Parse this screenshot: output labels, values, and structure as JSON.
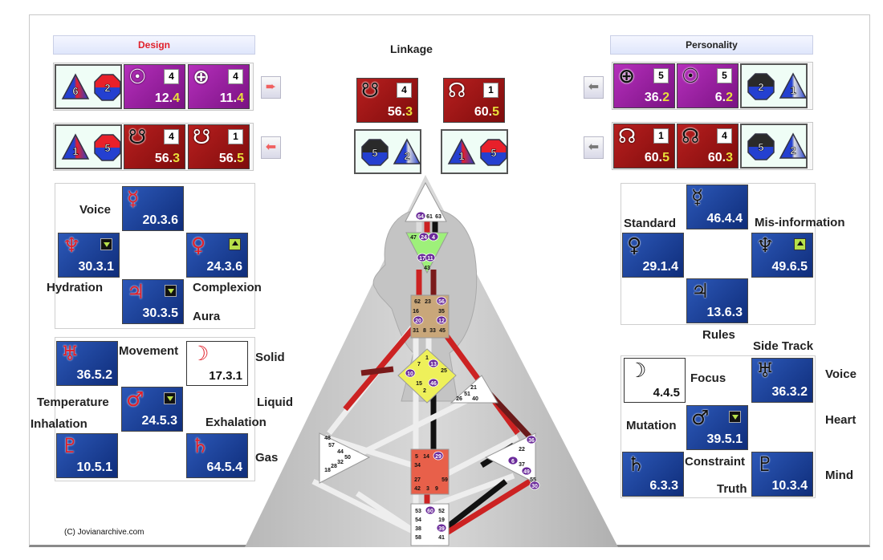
{
  "colors": {
    "design_red": "#e0202a",
    "magenta": "#9b1fa0",
    "dark_red": "#a11a1a",
    "blue": "#1f4aa8",
    "line_yellow": "#e8e03a",
    "active_gate": "#6a2a9a"
  },
  "design": {
    "title": "Design",
    "rows": [
      {
        "mini": [
          {
            "shape": "triangle",
            "num": "6"
          },
          {
            "shape": "octagon",
            "num": "2"
          }
        ],
        "cards": [
          {
            "planet": "sun",
            "glyph": "☉",
            "gate": "12",
            "line": "4",
            "linebox": "4",
            "color": "mag"
          },
          {
            "planet": "earth",
            "glyph": "⊕",
            "gate": "11",
            "line": "4",
            "linebox": "4",
            "color": "mag"
          }
        ],
        "nav": "arrow-right-icon"
      },
      {
        "mini": [
          {
            "shape": "triangle",
            "num": "1"
          },
          {
            "shape": "octagon",
            "num": "5"
          }
        ],
        "cards": [
          {
            "planet": "south-node",
            "glyph": "☋",
            "gate": "56",
            "line": "3",
            "linebox": "4",
            "color": "red",
            "dark": true
          },
          {
            "planet": "south-node",
            "glyph": "☋",
            "gate": "56",
            "line": "5",
            "linebox": "1",
            "color": "red"
          }
        ],
        "nav": "arrow-left-icon"
      }
    ],
    "grid1": {
      "cards": [
        {
          "planet": "mercury",
          "glyph": "☿",
          "value": "20.3.6"
        },
        {
          "planet": "neptune",
          "glyph": "♆",
          "value": "30.3.1",
          "arrow": "down"
        },
        {
          "planet": "venus",
          "glyph": "♀",
          "value": "24.3.6",
          "arrow": "up"
        },
        {
          "planet": "jupiter",
          "glyph": "♃",
          "value": "30.3.5",
          "arrow": "down"
        }
      ],
      "labels": [
        "Voice",
        "Hydration",
        "Complexion",
        "Aura"
      ]
    },
    "grid2": {
      "cards": [
        {
          "planet": "uranus",
          "glyph": "♅",
          "value": "36.5.2"
        },
        {
          "planet": "moon",
          "glyph": "☽",
          "value": "17.3.1",
          "white": true
        },
        {
          "planet": "mars",
          "glyph": "♂",
          "value": "24.5.3",
          "arrow": "down"
        },
        {
          "planet": "pluto",
          "glyph": "♇",
          "value": "10.5.1"
        },
        {
          "planet": "saturn",
          "glyph": "♄",
          "value": "64.5.4"
        }
      ],
      "labels": [
        "Movement",
        "Solid",
        "Temperature",
        "Liquid",
        "Inhalation",
        "Exhalation",
        "Gas"
      ]
    }
  },
  "linkage": {
    "title": "Linkage",
    "cards": [
      {
        "planet": "south-node",
        "glyph": "☋",
        "gate": "56",
        "line": "3",
        "linebox": "4",
        "dark": true
      },
      {
        "planet": "north-node",
        "glyph": "☊",
        "gate": "60",
        "line": "5",
        "linebox": "1"
      }
    ],
    "minis": [
      [
        {
          "shape": "octagon",
          "num": "5",
          "dark": true
        },
        {
          "shape": "triangle",
          "num": "2",
          "dark": true
        }
      ],
      [
        {
          "shape": "triangle",
          "num": "1"
        },
        {
          "shape": "octagon",
          "num": "5"
        }
      ]
    ]
  },
  "personality": {
    "title": "Personality",
    "rows": [
      {
        "cards": [
          {
            "planet": "earth",
            "glyph": "⊕",
            "gate": "36",
            "line": "2",
            "linebox": "5",
            "color": "mag",
            "dark": true
          },
          {
            "planet": "sun",
            "glyph": "☉",
            "gate": "6",
            "line": "2",
            "linebox": "5",
            "color": "mag",
            "dark": true
          }
        ],
        "mini": [
          {
            "shape": "octagon",
            "num": "2",
            "dark": true
          },
          {
            "shape": "triangle",
            "num": "1",
            "dark": true
          }
        ],
        "nav": "arrow-left-icon"
      },
      {
        "cards": [
          {
            "planet": "north-node",
            "glyph": "☊",
            "gate": "60",
            "line": "5",
            "linebox": "1",
            "color": "red"
          },
          {
            "planet": "north-node",
            "glyph": "☊",
            "gate": "60",
            "line": "3",
            "linebox": "4",
            "color": "red",
            "dark": true
          }
        ],
        "mini": [
          {
            "shape": "octagon",
            "num": "5",
            "dark": true
          },
          {
            "shape": "triangle",
            "num": "2",
            "dark": true
          }
        ],
        "nav": "arrow-left-icon"
      }
    ],
    "grid1": {
      "cards": [
        {
          "planet": "mercury",
          "glyph": "☿",
          "value": "46.4.4"
        },
        {
          "planet": "venus",
          "glyph": "♀",
          "value": "29.1.4"
        },
        {
          "planet": "neptune",
          "glyph": "♆",
          "value": "49.6.5",
          "arrow": "up"
        },
        {
          "planet": "jupiter",
          "glyph": "♃",
          "value": "13.6.3"
        }
      ],
      "labels": [
        "Standard",
        "Mis-information",
        "Rules"
      ]
    },
    "grid2": {
      "cards": [
        {
          "planet": "moon",
          "glyph": "☽",
          "value": "4.4.5",
          "white": true
        },
        {
          "planet": "uranus",
          "glyph": "♅",
          "value": "36.3.2"
        },
        {
          "planet": "mars",
          "glyph": "♂",
          "value": "39.5.1",
          "arrow": "down"
        },
        {
          "planet": "saturn",
          "glyph": "♄",
          "value": "6.3.3"
        },
        {
          "planet": "pluto",
          "glyph": "♇",
          "value": "10.3.4"
        }
      ],
      "labels": [
        "Side Track",
        "Focus",
        "Voice",
        "Mutation",
        "Heart",
        "Constraint",
        "Truth",
        "Mind"
      ]
    }
  },
  "bodygraph": {
    "centers": {
      "head": {
        "color": "#ffffff",
        "gates": [
          "64",
          "61",
          "63"
        ],
        "active": [
          "64"
        ]
      },
      "ajna": {
        "color": "#9ef07a",
        "gates": [
          "47",
          "24",
          "4",
          "17",
          "11",
          "43"
        ],
        "active": [
          "24",
          "4",
          "17",
          "11"
        ]
      },
      "throat": {
        "color": "#c9a77a",
        "gates": [
          "62",
          "23",
          "56",
          "16",
          "35",
          "20",
          "12",
          "31",
          "8",
          "33",
          "45"
        ],
        "active": [
          "56",
          "20",
          "12"
        ]
      },
      "g": {
        "color": "#eef05a",
        "gates": [
          "1",
          "7",
          "13",
          "10",
          "25",
          "15",
          "46",
          "2"
        ],
        "active": [
          "13",
          "10",
          "46"
        ]
      },
      "heart": {
        "color": "#ffffff",
        "gates": [
          "21",
          "51",
          "26",
          "40"
        ],
        "active": []
      },
      "spleen": {
        "color": "#ffffff",
        "gates": [
          "48",
          "57",
          "44",
          "50",
          "32",
          "28",
          "18"
        ],
        "active": []
      },
      "solar": {
        "color": "#ffffff",
        "gates": [
          "36",
          "22",
          "6",
          "37",
          "49",
          "55",
          "30"
        ],
        "active": [
          "36",
          "6",
          "49",
          "30"
        ]
      },
      "sacral": {
        "color": "#e8604a",
        "gates": [
          "5",
          "14",
          "29",
          "34",
          "27",
          "59",
          "42",
          "3",
          "9"
        ],
        "active": [
          "29"
        ]
      },
      "root": {
        "color": "#ffffff",
        "gates": [
          "53",
          "60",
          "52",
          "54",
          "19",
          "38",
          "39",
          "58",
          "41"
        ],
        "active": [
          "60",
          "39"
        ]
      }
    }
  },
  "copyright": "(C) Jovianarchive.com"
}
